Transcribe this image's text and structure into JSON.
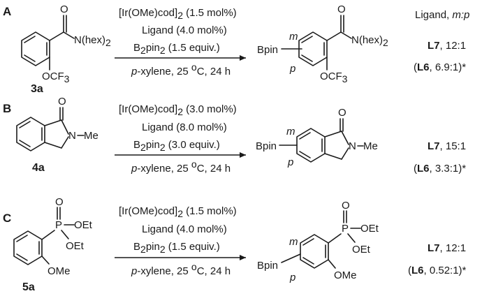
{
  "header": {
    "ligand_col": "Ligand, ",
    "ratio_col": "m:p"
  },
  "panels": [
    {
      "label": "A",
      "substrate": {
        "id": "3a",
        "amide": "N(hex)2",
        "sub": "OCF3"
      },
      "conditions": {
        "catalyst": "[Ir(OMe)cod]2 (1.5 mol%)",
        "ligand": "Ligand (4.0 mol%)",
        "boron": "B2pin2 (1.5 equiv.)",
        "solvent": "p-xylene, 25 oC, 24 h"
      },
      "product": {
        "bpin": "Bpin",
        "m": "m",
        "p": "p",
        "amide": "N(hex)2",
        "sub": "OCF3"
      },
      "result": {
        "ligand_main": "L7",
        "ratio_main": ", 12:1",
        "ligand_alt": "L6",
        "ratio_alt": ", 6.9:1)*"
      }
    },
    {
      "label": "B",
      "substrate": {
        "id": "4a",
        "o": "O",
        "nme": "N",
        "me": "–Me"
      },
      "conditions": {
        "catalyst": "[Ir(OMe)cod]2 (3.0 mol%)",
        "ligand": "Ligand (8.0 mol%)",
        "boron": "B2pin2 (3.0 equiv.)",
        "solvent": "p-xylene, 25 oC, 24 h"
      },
      "product": {
        "bpin": "Bpin",
        "m": "m",
        "p": "p",
        "o": "O",
        "nme": "N",
        "me": "–Me"
      },
      "result": {
        "ligand_main": "L7",
        "ratio_main": ", 15:1",
        "ligand_alt": "L6",
        "ratio_alt": ", 3.3:1)*"
      }
    },
    {
      "label": "C",
      "substrate": {
        "id": "5a",
        "o": "O",
        "p_atom": "P",
        "oet1": "OEt",
        "oet2": "OEt",
        "ome": "OMe"
      },
      "conditions": {
        "catalyst": "[Ir(OMe)cod]2 (1.5 mol%)",
        "ligand": "Ligand (4.0 mol%)",
        "boron": "B2pin2 (1.5 equiv.)",
        "solvent": "p-xylene, 25 oC, 24 h"
      },
      "product": {
        "bpin": "Bpin",
        "m": "m",
        "p": "p",
        "o": "O",
        "p_atom": "P",
        "oet1": "OEt",
        "oet2": "OEt",
        "ome": "OMe"
      },
      "result": {
        "ligand_main": "L7",
        "ratio_main": ", 12:1",
        "ligand_alt": "L6",
        "ratio_alt": ", 0.52:1)*"
      }
    }
  ]
}
